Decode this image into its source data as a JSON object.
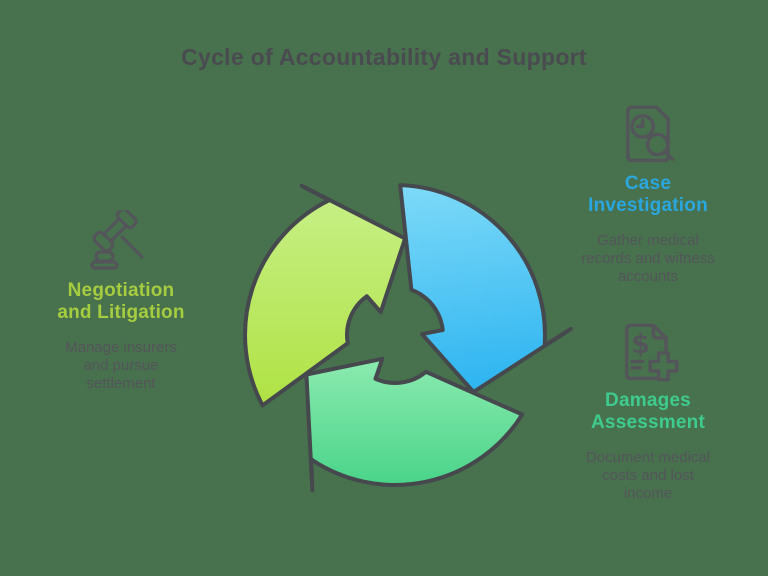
{
  "background_color": "#48714e",
  "title": {
    "text": "Cycle of Accountability and Support",
    "color": "#4a4b50"
  },
  "cycle": {
    "stroke_color": "#45484d",
    "direction": "clockwise",
    "arrows": {
      "case_investigation": {
        "gradient_top": "#7edaf8",
        "gradient_bottom": "#2bb3f0"
      },
      "damages_assessment": {
        "gradient_top": "#90ecb2",
        "gradient_bottom": "#45d287"
      },
      "negotiation_litigation": {
        "gradient_top": "#c8f089",
        "gradient_bottom": "#aee13f"
      }
    }
  },
  "text_color": "#54555a",
  "icon_color": "#54555a",
  "nodes": [
    {
      "id": "case-investigation",
      "icon": "document-clock-magnifier-icon",
      "label": [
        "Case",
        "Investigation"
      ],
      "label_color": "#29a7de",
      "description": [
        "Gather medical",
        "records and witness",
        "accounts"
      ]
    },
    {
      "id": "damages-assessment",
      "icon": "medical-invoice-cross-icon",
      "label": [
        "Damages",
        "Assessment"
      ],
      "label_color": "#3ecb8e",
      "description": [
        "Document medical",
        "costs and lost",
        "income"
      ]
    },
    {
      "id": "negotiation-litigation",
      "icon": "gavel-icon",
      "label": [
        "Negotiation",
        "and Litigation"
      ],
      "label_color": "#a6cc3f",
      "description": [
        "Manage insurers",
        "and pursue",
        "settlement"
      ]
    }
  ]
}
